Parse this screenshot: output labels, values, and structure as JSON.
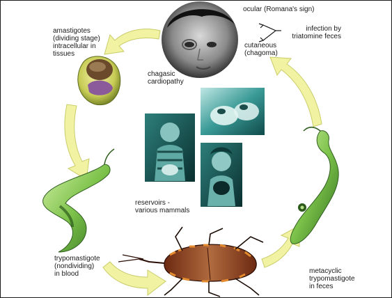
{
  "labels": {
    "ocular": "ocular (Romana's sign)",
    "infection": "infection by\ntriatomine feces",
    "cutaneous": "cutaneous\n(chagoma)",
    "amastigotes": "amastigotes\n(dividing stage)\nintracellular in\ntissues",
    "chagasic": "chagasic\ncardiopathy",
    "reservoirs": "reservoirs -\nvarious mammals",
    "trypomastigote": "trypomastigote\n(nondividing)\nin blood",
    "metacyclic": "metacyclic\ntrypomastigote\nin feces"
  },
  "colors": {
    "arrow_fill": "#f1f3a3",
    "arrow_stroke": "#c9cc6a",
    "parasite_green": "#7cc24a",
    "photo_teal": "#2f8a8a",
    "bug_body": "#8a3a1c"
  }
}
